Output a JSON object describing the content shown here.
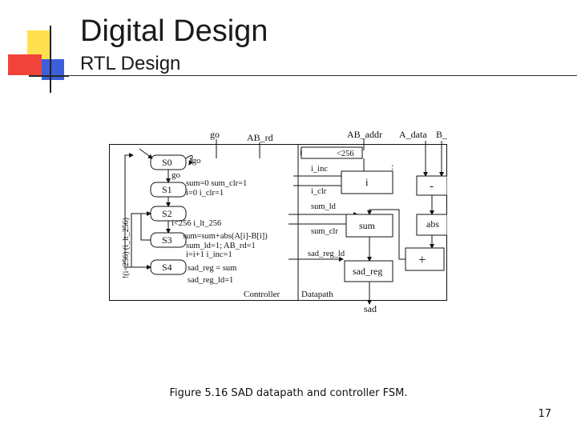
{
  "slide": {
    "title": "Digital Design",
    "subtitle": "RTL Design",
    "caption": "Figure 5.16 SAD datapath and controller FSM.",
    "page_number": "17",
    "decoration_colors": {
      "yellow": "#ffe14f",
      "red": "#f0433a",
      "blue": "#3d5fd9",
      "line": "#222222"
    }
  },
  "figure": {
    "inputs": {
      "go": "go",
      "ab_rd": "AB_rd",
      "ab_addr": "AB_addr",
      "a_data": "A_data",
      "b_data": "B_data"
    },
    "fsm": {
      "states": [
        "S0",
        "S1",
        "S2",
        "S3",
        "S4"
      ],
      "labels": {
        "s0_self": "!go",
        "s0_to_s1": "go",
        "s1_action_1": "sum=0  sum_clr=1",
        "s1_action_2": "i=0  i_clr=1",
        "s2_exit": "i<256  i_lt_256",
        "s3_action_1": "sum=sum+abs(A[i]-B[i])",
        "s3_action_2": "sum_ld=1; AB_rd=1",
        "s3_action_3": "i=i+1  i_inc=1",
        "s4_action_1": "sad_reg = sum",
        "s4_action_2": "sad_reg_ld=1",
        "side_label": "!(i<256) (i_lt_256)",
        "controller": "Controller"
      }
    },
    "datapath": {
      "signals": [
        "i_lt_256",
        "i_inc",
        "i_clr",
        "sum_ld",
        "sum_clr",
        "sad_reg_ld"
      ],
      "compare": "<256",
      "blocks": {
        "i": "i",
        "sub": "-",
        "sum": "sum",
        "abs": "abs",
        "add": "+",
        "sad_reg": "sad_reg"
      },
      "label": "Datapath",
      "output": "sad",
      "dots": ":"
    }
  }
}
